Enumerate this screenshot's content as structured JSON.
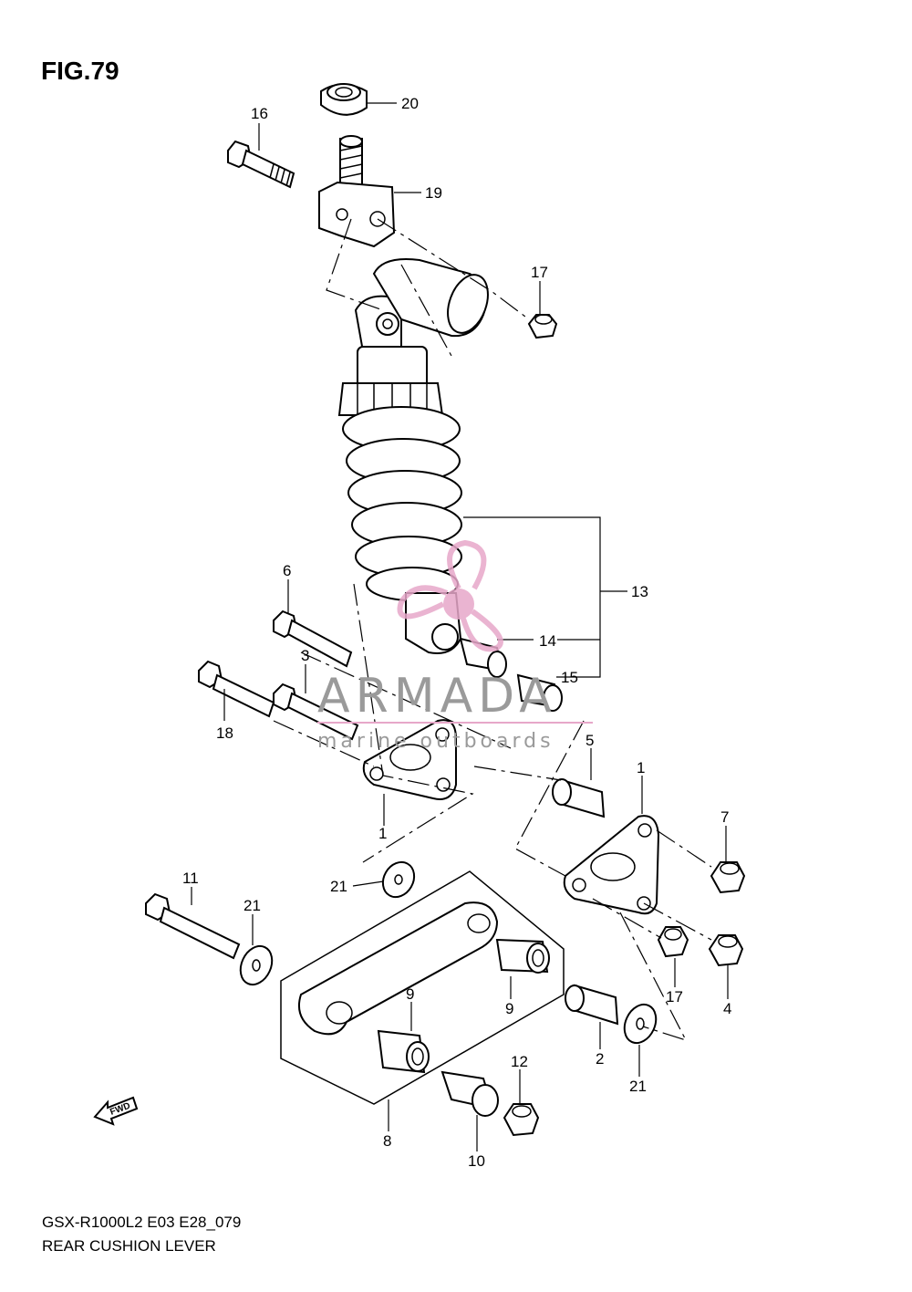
{
  "figure": {
    "title": "FIG.79",
    "model_code": "GSX-R1000L2 E03 E28_079",
    "name": "REAR CUSHION LEVER"
  },
  "watermark": {
    "brand": "ARMADA",
    "tagline": "marine outboards",
    "color": "#e7a7c9"
  },
  "fwd_label": "FWD",
  "callouts": {
    "c1a": "1",
    "c1b": "1",
    "c2": "2",
    "c3": "3",
    "c4": "4",
    "c5": "5",
    "c6": "6",
    "c7": "7",
    "c8": "8",
    "c9a": "9",
    "c9b": "9",
    "c10": "10",
    "c11": "11",
    "c12": "12",
    "c13": "13",
    "c14": "14",
    "c15": "15",
    "c16": "16",
    "c17a": "17",
    "c17b": "17",
    "c18": "18",
    "c19": "19",
    "c20": "20",
    "c21a": "21",
    "c21b": "21",
    "c21c": "21"
  }
}
